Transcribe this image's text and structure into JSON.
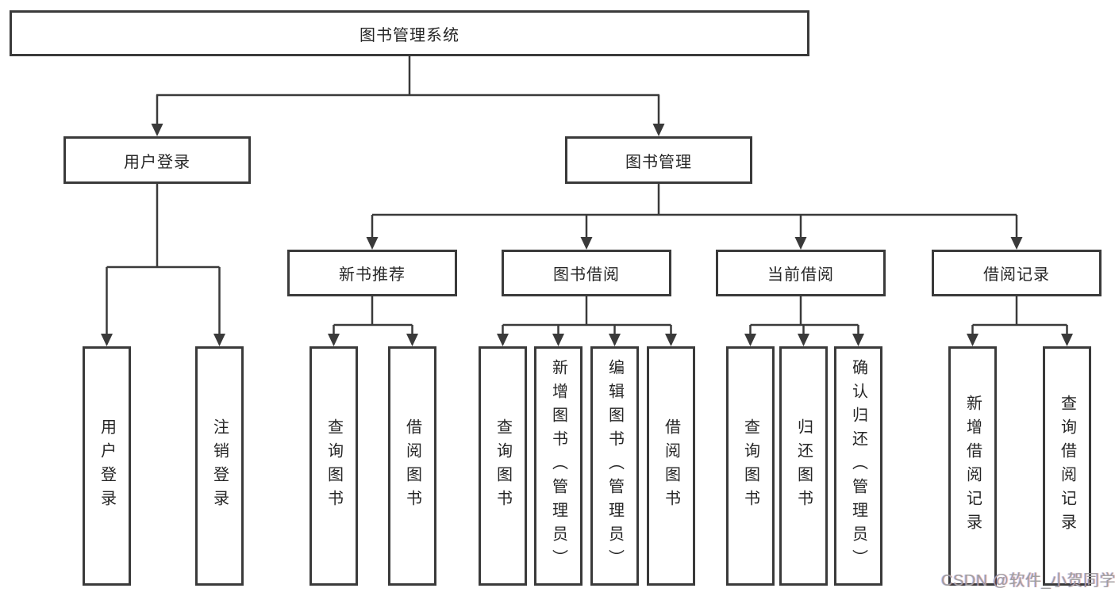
{
  "tree": {
    "label": "图书管理系统",
    "children": [
      {
        "label": "用户登录",
        "children": [
          {
            "label": "用户登录"
          },
          {
            "label": "注销登录"
          }
        ]
      },
      {
        "label": "图书管理",
        "children": [
          {
            "label": "新书推荐",
            "children": [
              {
                "label": "查询图书"
              },
              {
                "label": "借阅图书"
              }
            ]
          },
          {
            "label": "图书借阅",
            "children": [
              {
                "label": "查询图书"
              },
              {
                "label": "新增图书（管理员）"
              },
              {
                "label": "编辑图书（管理员）"
              },
              {
                "label": "借阅图书"
              }
            ]
          },
          {
            "label": "当前借阅",
            "children": [
              {
                "label": "查询图书"
              },
              {
                "label": "归还图书"
              },
              {
                "label": "确认归还（管理员）"
              }
            ]
          },
          {
            "label": "借阅记录",
            "children": [
              {
                "label": "新增借阅记录"
              },
              {
                "label": "查询借阅记录"
              }
            ]
          }
        ]
      }
    ]
  },
  "watermark": "CSDN @软件_小贺同学",
  "colors": {
    "line": "#3a3a3a",
    "text": "#262626",
    "background": "#ffffff",
    "watermark": "#9f9f9f"
  }
}
